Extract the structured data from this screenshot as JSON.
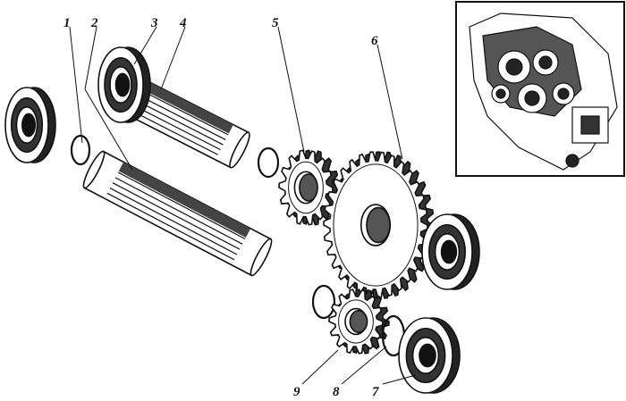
{
  "figure": {
    "labels": [
      "1",
      "2",
      "3",
      "4",
      "5",
      "6",
      "7",
      "8",
      "9"
    ],
    "inset": {
      "description_label": ""
    }
  },
  "colors": {
    "ink": "#111111",
    "paper": "#ffffff",
    "shade": "#444444"
  }
}
